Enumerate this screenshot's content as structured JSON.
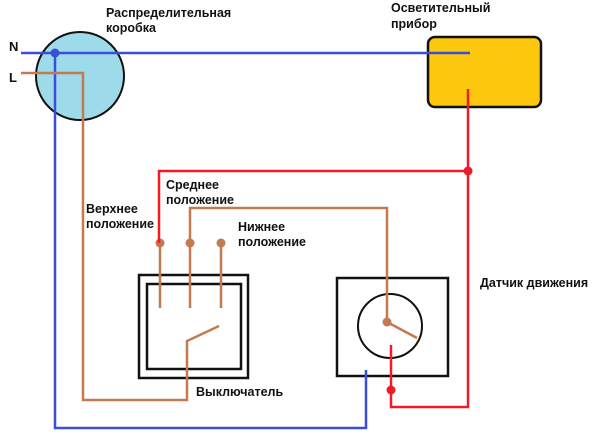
{
  "colors": {
    "neutral_wire": "#3a4fd8",
    "phase_wire": "#c47a50",
    "load_wire": "#ee1c24",
    "junction_box_fill": "#9ddbea",
    "lamp_fill": "#fdc70e",
    "outline": "#111111"
  },
  "terminals": {
    "neutral": "N",
    "line": "L"
  },
  "labels": {
    "junction_box": [
      "Распределительная",
      "коробка"
    ],
    "lamp": [
      "Осветительный",
      "прибор"
    ],
    "upper_position": [
      "Верхнее",
      "положение"
    ],
    "middle_position": [
      "Среднее",
      "положение"
    ],
    "lower_position": [
      "Нижнее",
      "положение"
    ],
    "switch": "Выключатель",
    "motion_sensor": "Датчик движения"
  }
}
